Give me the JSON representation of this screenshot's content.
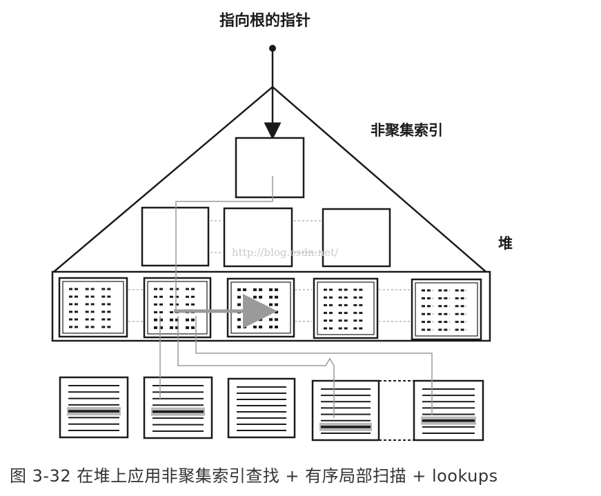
{
  "diagram": {
    "root_pointer_label": "指向根的指针",
    "nonclustered_index_label": "非聚集索引",
    "heap_label": "堆",
    "watermark": "http://blog.csdn.net/",
    "caption": "图 3-32   在堆上应用非聚集索引查找 + 有序局部扫描 + lookups",
    "colors": {
      "stroke": "#1a1a1a",
      "trace": "#9a9a9a",
      "highlight": "#b8b8b8"
    }
  }
}
